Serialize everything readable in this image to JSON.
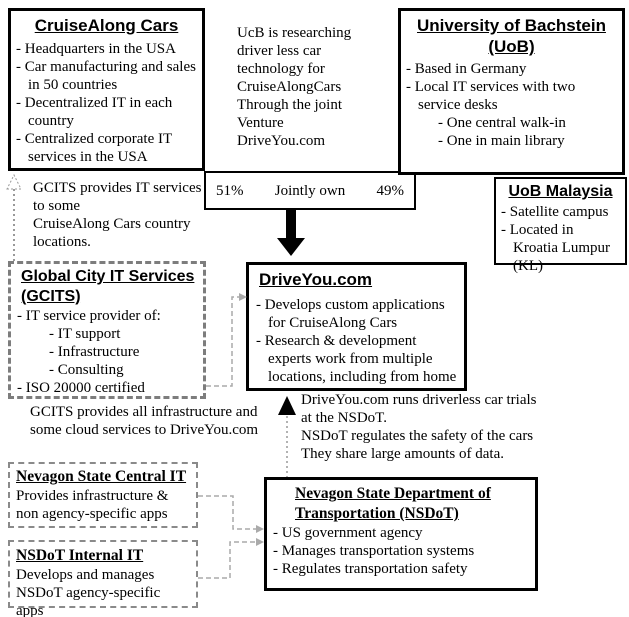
{
  "colors": {
    "box_border": "#000000",
    "dashed_gray": "#7d7d7d",
    "connector_gray": "#aaaaaa",
    "arrow_black": "#000000"
  },
  "boxes": {
    "cruisealong": {
      "title": "CruiseAlong Cars",
      "items": [
        "- Headquarters in the USA",
        "- Car manufacturing and sales in 50 countries",
        "- Decentralized IT in each country",
        "- Centralized corporate IT services in the USA"
      ]
    },
    "uob": {
      "title": [
        "University of Bachstein",
        "(UoB)"
      ],
      "items": [
        "- Based in Germany",
        "- Local IT services with two service desks"
      ],
      "subitems": [
        "- One central walk-in",
        "- One in main library"
      ]
    },
    "uob_malaysia": {
      "title": "UoB Malaysia",
      "items": [
        "- Satellite campus",
        "- Located in Kroatia Lumpur (KL)"
      ]
    },
    "gcits": {
      "title": [
        "Global City IT Services",
        "(GCITS)"
      ],
      "item_provider": "- IT service provider of:",
      "subitems": [
        "- IT support",
        "- Infrastructure",
        "- Consulting"
      ],
      "item_iso": "- ISO 20000 certified"
    },
    "driveyou": {
      "title": "DriveYou.com",
      "items": [
        "- Develops custom applications for CruiseAlong Cars",
        "- Research & development experts work from multiple locations, including from home"
      ]
    },
    "nevagon_central": {
      "title": "Nevagon State Central IT",
      "body": [
        "Provides infrastructure &",
        "non agency-specific apps"
      ]
    },
    "nsdot_internal": {
      "title": "NSDoT Internal IT",
      "body": [
        "Develops and manages",
        "NSDoT agency-specific apps"
      ]
    },
    "nsdot": {
      "title": [
        "Nevagon State Department of",
        "Transportation (NSDoT)"
      ],
      "items": [
        "- US government agency",
        "- Manages transportation systems",
        "- Regulates transportation safety"
      ]
    }
  },
  "joint": {
    "left_pct": "51%",
    "label": "Jointly own",
    "right_pct": "49%"
  },
  "notes": {
    "ucb_research": [
      "UcB is researching",
      "driver less car",
      "technology for",
      "CruiseAlongCars",
      "Through the joint",
      "Venture",
      "DriveYou.com"
    ],
    "gcits_some": [
      "GCITS provides IT services",
      "to some",
      "CruiseAlong Cars country",
      "locations."
    ],
    "gcits_all": [
      "GCITS provides all infrastructure and",
      "some cloud services to DriveYou.com"
    ],
    "driveyou_nsdot": [
      "DriveYou.com runs driverless car trials",
      "at the NSDoT.",
      "NSDoT regulates the safety of the cars",
      "They share large amounts of data."
    ]
  }
}
